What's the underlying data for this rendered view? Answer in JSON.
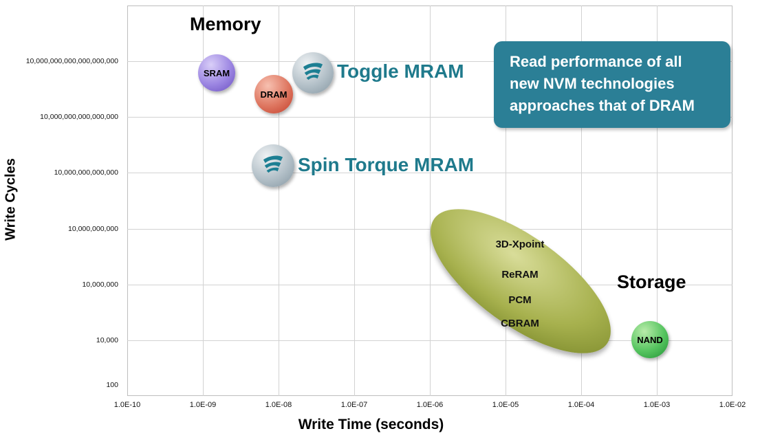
{
  "chart_data": {
    "type": "scatter",
    "title": "",
    "xlabel": "Write Time (seconds)",
    "ylabel": "Write Cycles",
    "x_scale": "log",
    "y_scale": "log",
    "x_range": [
      1e-10,
      0.01
    ],
    "grid": true,
    "legend": "none",
    "x_ticks": [
      "1.0E-10",
      "1.0E-09",
      "1.0E-08",
      "1.0E-07",
      "1.0E-06",
      "1.0E-05",
      "1.0E-04",
      "1.0E-03",
      "1.0E-02"
    ],
    "y_ticks": [
      "10,000,000,000,000,000,000",
      "10,000,000,000,000,000",
      "10,000,000,000,000",
      "10,000,000,000",
      "10,000,000",
      "10,000",
      "100"
    ],
    "points": [
      {
        "name": "SRAM",
        "x": 1.5e-09,
        "y": 3e+18,
        "color": "#8d74dc",
        "shape": "circle"
      },
      {
        "name": "DRAM",
        "x": 1e-08,
        "y": 2e+17,
        "color": "#d96a55",
        "shape": "circle"
      },
      {
        "name": "Toggle MRAM",
        "x": 3e-08,
        "y": 3e+18,
        "color": "#aab8c0",
        "shape": "circle-logo",
        "label_color": "#1f7a8c"
      },
      {
        "name": "Spin Torque MRAM",
        "x": 9e-09,
        "y": 20000000000000.0,
        "color": "#aab8c0",
        "shape": "circle-logo",
        "label_color": "#1f7a8c"
      },
      {
        "name": "NAND",
        "x": 0.0009,
        "y": 10000.0,
        "color": "#3db54a",
        "shape": "circle"
      }
    ],
    "storage_cluster": {
      "members": [
        "3D-Xpoint",
        "ReRAM",
        "PCM",
        "CBRAM"
      ],
      "x_range": [
        1e-06,
        0.0002
      ],
      "y_range": [
        10000.0,
        10000000000.0
      ],
      "color": "#9aa544",
      "shape": "rotated-ellipse"
    },
    "groups": {
      "memory_label": "Memory",
      "storage_label": "Storage"
    },
    "callout": {
      "text_lines": [
        "Read performance of all",
        "new NVM technologies",
        "approaches that of DRAM"
      ],
      "bg_color": "#2b7f96",
      "text_color": "#ffffff"
    }
  }
}
